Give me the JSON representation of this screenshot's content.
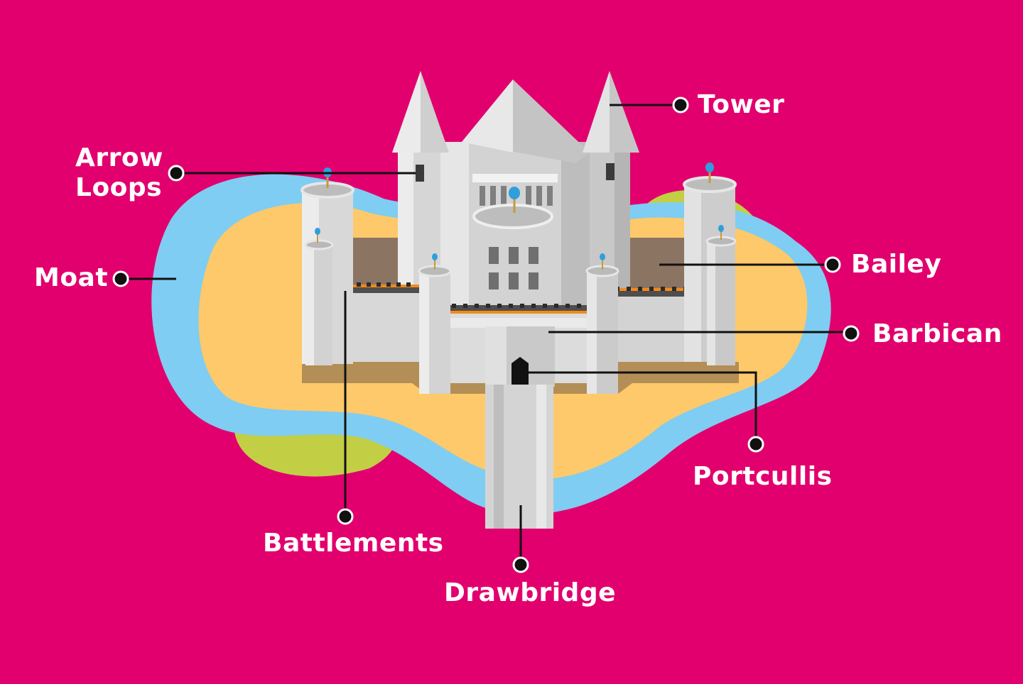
{
  "labels": {
    "tower": "Tower",
    "arrow_loops_line1": "Arrow",
    "arrow_loops_line2": "Loops",
    "moat": "Moat",
    "bailey": "Bailey",
    "barbican": "Barbican",
    "portcullis": "Portcullis",
    "battlements": "Battlements",
    "drawbridge": "Drawbridge"
  },
  "colors": {
    "background": "#e2006e",
    "moat": "#7fcdf2",
    "ground": "#fdc96a",
    "grass": "#c2cf45",
    "stone": "#d9d9d9",
    "stone_dark": "#bdbdbd",
    "bailey": "#8c7463",
    "flag": "#2f9fdc"
  }
}
